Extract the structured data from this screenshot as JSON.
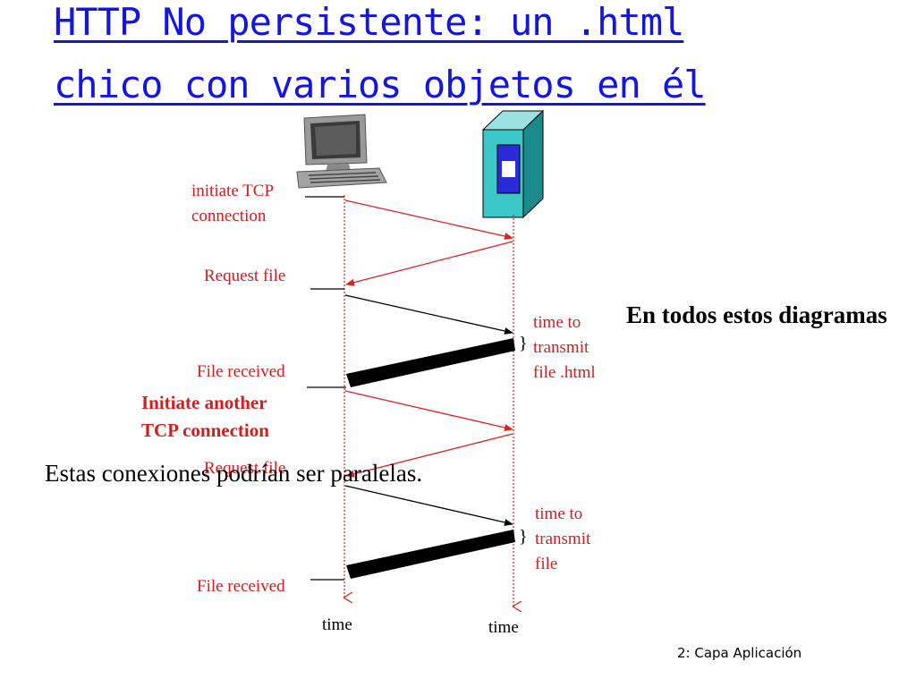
{
  "title": {
    "line1": "HTTP No persistente: un .html",
    "line2": "chico con varios objetos en él"
  },
  "client": {
    "initiate_tcp": [
      "initiate TCP",
      "connection"
    ],
    "request_file_1": "Request file",
    "file_received_1": "File received",
    "initiate_another": [
      "Initiate another",
      "TCP connection"
    ],
    "request_file_2": "Request file",
    "file_received_2": "File received",
    "time_label": "time"
  },
  "server": {
    "transmit_1": [
      "time to",
      "transmit",
      "file .html"
    ],
    "transmit_2": [
      "time to",
      "transmit",
      "file"
    ],
    "time_label": "time"
  },
  "overlay_note": "Estas conexiones podrían ser paralelas.",
  "side_note": "En todos estos diagramas",
  "footer": "2: Capa Aplicación",
  "colors": {
    "title": "#1515e0",
    "label_red": "#d81b1b",
    "arrow_red": "#e02020"
  },
  "icons": {
    "client": "desktop-computer-icon",
    "server": "server-tower-icon"
  }
}
